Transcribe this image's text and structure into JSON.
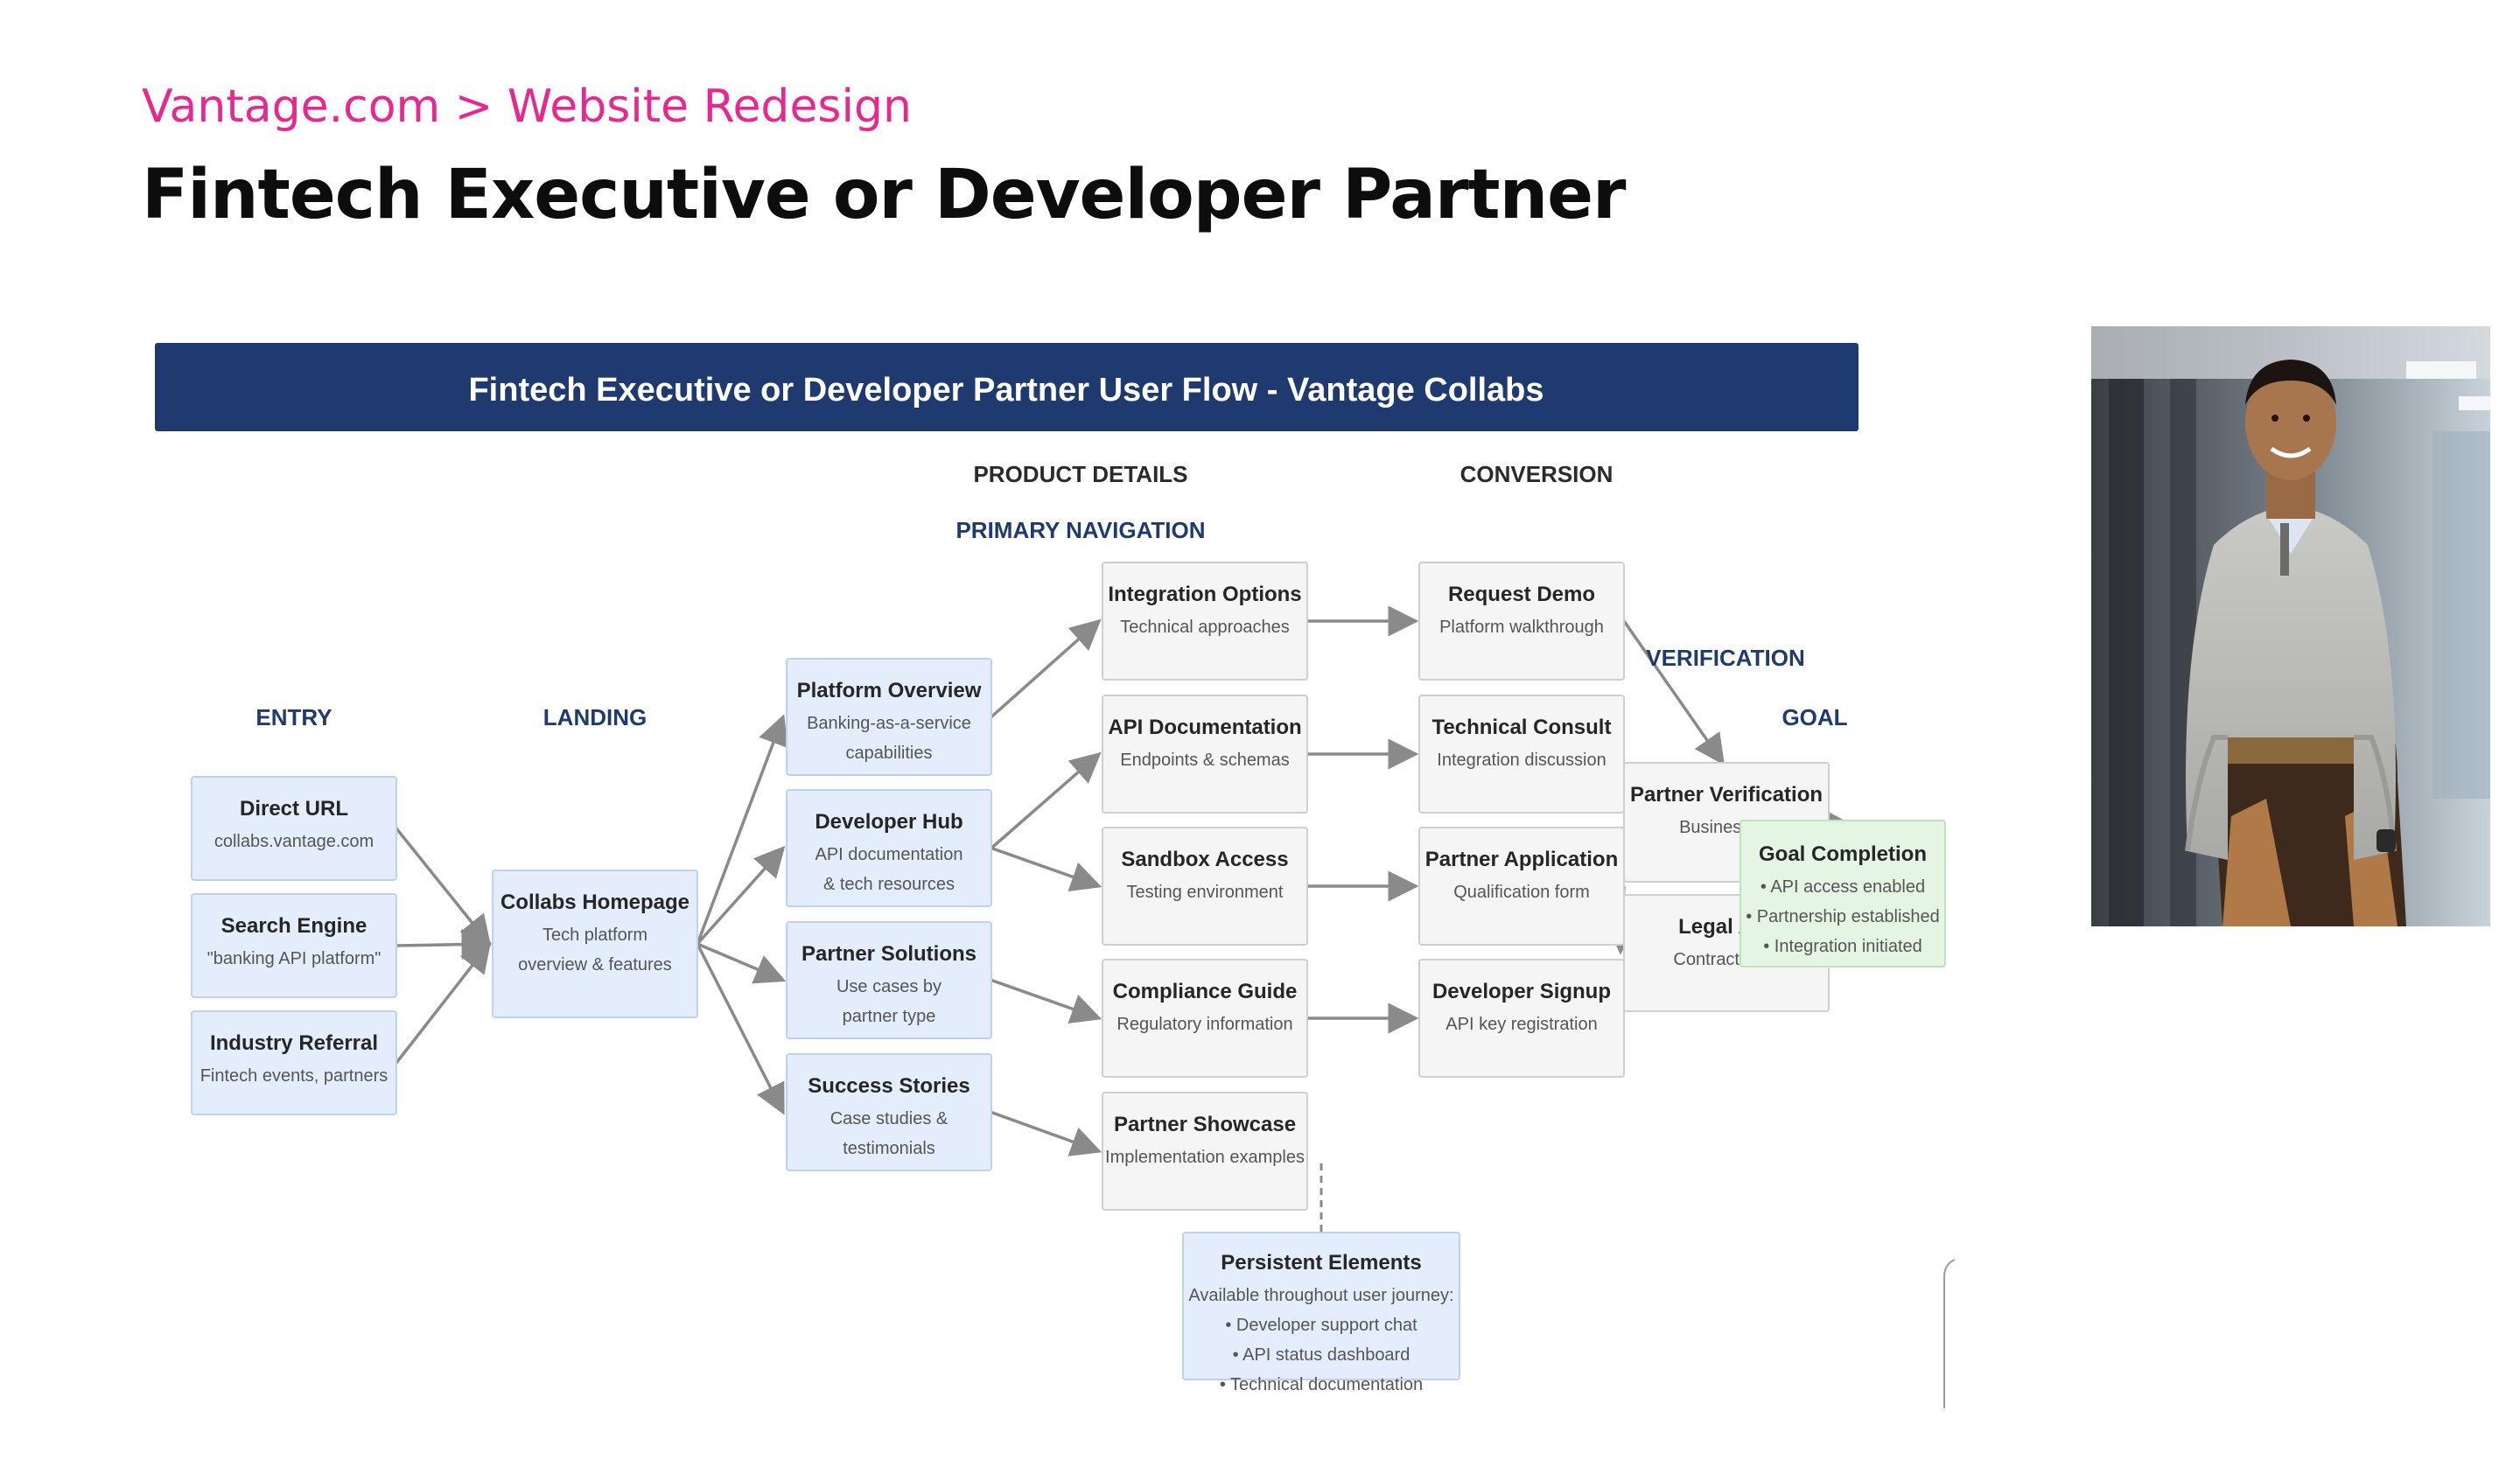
{
  "header": {
    "breadcrumb": "Vantage.com > Website Redesign",
    "title": "Fintech Executive or Developer Partner"
  },
  "diagram": {
    "banner_title": "Fintech Executive or Developer Partner User Flow - Vantage Collabs",
    "colors": {
      "banner": "#1e3a6e",
      "section_label": "#1e3a6e",
      "blue_fill": "#e3edfb",
      "blue_stroke": "#bcd2ee",
      "gray_fill": "#f5f5f5",
      "gray_stroke": "#cfcfcf",
      "green_fill": "#e5f5e4",
      "green_stroke": "#bfe3bd",
      "arrow": "#8a8a8a",
      "breadcrumb": "#e8288e"
    },
    "sections": [
      {
        "id": "product",
        "label": "PRODUCT DETAILS"
      },
      {
        "id": "conversion",
        "label": "CONVERSION"
      },
      {
        "id": "primary_nav",
        "label": "PRIMARY NAVIGATION"
      },
      {
        "id": "verification",
        "label": "VERIFICATION"
      },
      {
        "id": "entry",
        "label": "ENTRY"
      },
      {
        "id": "landing",
        "label": "LANDING"
      },
      {
        "id": "goal",
        "label": "GOAL"
      }
    ],
    "nodes": [
      {
        "id": "direct",
        "title": "Direct URL",
        "lines": [
          "collabs.vantage.com"
        ]
      },
      {
        "id": "search",
        "title": "Search Engine",
        "lines": [
          "\"banking API platform\""
        ]
      },
      {
        "id": "referral",
        "title": "Industry Referral",
        "lines": [
          "Fintech events, partners"
        ]
      },
      {
        "id": "home",
        "title": "Collabs Homepage",
        "lines": [
          "Tech platform",
          "overview & features"
        ]
      },
      {
        "id": "platform",
        "title": "Platform Overview",
        "lines": [
          "Banking-as-a-service",
          "capabilities"
        ]
      },
      {
        "id": "devhub",
        "title": "Developer Hub",
        "lines": [
          "API documentation",
          "& tech resources"
        ]
      },
      {
        "id": "solutions",
        "title": "Partner Solutions",
        "lines": [
          "Use cases by",
          "partner type"
        ]
      },
      {
        "id": "stories",
        "title": "Success Stories",
        "lines": [
          "Case studies &",
          "testimonials"
        ]
      },
      {
        "id": "integration",
        "title": "Integration Options",
        "lines": [
          "Technical approaches"
        ]
      },
      {
        "id": "apidoc",
        "title": "API Documentation",
        "lines": [
          "Endpoints & schemas"
        ]
      },
      {
        "id": "sandbox",
        "title": "Sandbox Access",
        "lines": [
          "Testing environment"
        ]
      },
      {
        "id": "compliance",
        "title": "Compliance Guide",
        "lines": [
          "Regulatory information"
        ]
      },
      {
        "id": "showcase",
        "title": "Partner Showcase",
        "lines": [
          "Implementation examples"
        ]
      },
      {
        "id": "demo",
        "title": "Request Demo",
        "lines": [
          "Platform walkthrough"
        ]
      },
      {
        "id": "consult",
        "title": "Technical Consult",
        "lines": [
          "Integration discussion"
        ]
      },
      {
        "id": "application",
        "title": "Partner Application",
        "lines": [
          "Qualification form"
        ]
      },
      {
        "id": "signup",
        "title": "Developer Signup",
        "lines": [
          "API key registration"
        ]
      },
      {
        "id": "verify",
        "title": "Partner Verification",
        "lines": [
          "Business va"
        ]
      },
      {
        "id": "legal",
        "title": "Legal Agr",
        "lines": [
          "Contract & co"
        ]
      },
      {
        "id": "goalnode",
        "title": "Goal Completion",
        "lines": [
          "• API access enabled",
          "• Partnership established",
          "• Integration initiated"
        ]
      },
      {
        "id": "persistent",
        "title": "Persistent Elements",
        "lines": [
          "Available throughout user journey:",
          "• Developer support chat",
          "• API status dashboard",
          "• Technical documentation"
        ]
      }
    ],
    "edges": [
      [
        "direct",
        "home"
      ],
      [
        "search",
        "home"
      ],
      [
        "referral",
        "home"
      ],
      [
        "home",
        "platform"
      ],
      [
        "home",
        "devhub"
      ],
      [
        "home",
        "solutions"
      ],
      [
        "home",
        "stories"
      ],
      [
        "platform",
        "integration"
      ],
      [
        "devhub",
        "apidoc"
      ],
      [
        "devhub",
        "sandbox"
      ],
      [
        "solutions",
        "compliance"
      ],
      [
        "stories",
        "showcase"
      ],
      [
        "integration",
        "demo"
      ],
      [
        "apidoc",
        "consult"
      ],
      [
        "sandbox",
        "application"
      ],
      [
        "compliance",
        "signup"
      ],
      [
        "demo",
        "verify"
      ],
      [
        "verify",
        "goalnode"
      ],
      [
        "application",
        "legal"
      ],
      [
        "legal",
        "goalnode"
      ]
    ]
  }
}
